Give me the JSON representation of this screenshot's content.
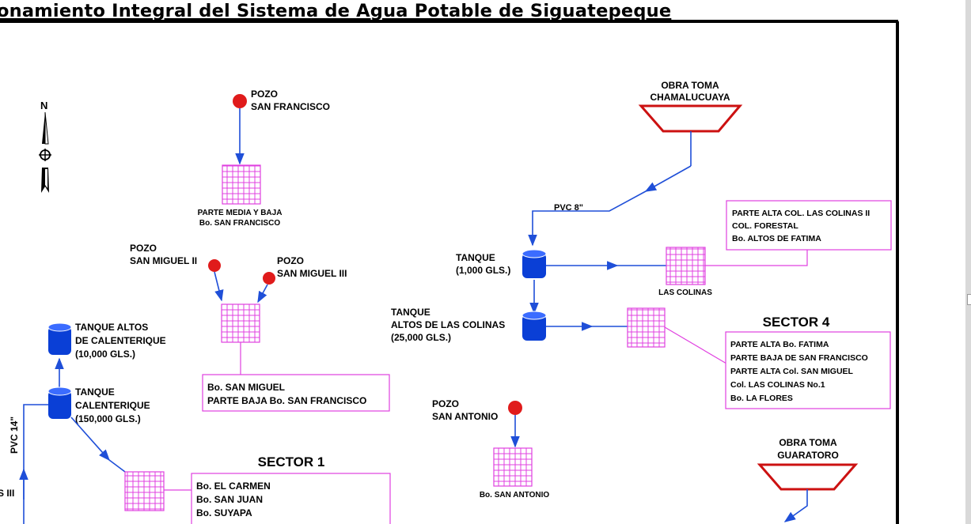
{
  "title": "onamiento Integral del Sistema de Agua Potable de Siguatepeque",
  "colors": {
    "pipe": "#1f4fd8",
    "tank": "#0a3fd6",
    "well": "#e01b1b",
    "grid": "#e040e0",
    "intake": "#cc1111",
    "border": "#000000"
  },
  "north_label": "N",
  "intakes": {
    "chamalucuaya": [
      "OBRA TOMA",
      "CHAMALUCUAYA"
    ],
    "guaratoro": [
      "OBRA TOMA",
      "GUARATORO"
    ]
  },
  "wells": {
    "san_francisco": [
      "POZO",
      "SAN FRANCISCO"
    ],
    "san_miguel_ii": [
      "POZO",
      "SAN MIGUEL II"
    ],
    "san_miguel_iii": [
      "POZO",
      "SAN MIGUEL III"
    ],
    "san_antonio": [
      "POZO",
      "SAN ANTONIO"
    ]
  },
  "zones": {
    "san_francisco": [
      "PARTE MEDIA Y BAJA",
      "Bo. SAN FRANCISCO"
    ],
    "las_colinas": "LAS COLINAS",
    "san_antonio": "Bo. SAN ANTONIO"
  },
  "tanks": {
    "colinas_1000": [
      "TANQUE",
      "(1,000 GLS.)"
    ],
    "altos_colinas": [
      "TANQUE",
      "ALTOS DE LAS COLINAS",
      "(25,000 GLS.)"
    ],
    "altos_calenterique": [
      "TANQUE ALTOS",
      "DE CALENTERIQUE",
      "(10,000 GLS.)"
    ],
    "calenterique": [
      "TANQUE",
      "CALENTERIQUE",
      "(150,000 GLS.)"
    ]
  },
  "pipes": {
    "pvc8": "PVC 8\"",
    "pvc14": "PVC 14\""
  },
  "boxes": {
    "colinas_list": [
      "PARTE ALTA COL. LAS COLINAS II",
      "COL. FORESTAL",
      "Bo. ALTOS DE FATIMA"
    ],
    "sector4_title": "SECTOR 4",
    "sector4_list": [
      "PARTE ALTA Bo. FATIMA",
      "PARTE BAJA DE SAN FRANCISCO",
      "PARTE ALTA Col. SAN MIGUEL",
      "Col. LAS COLINAS No.1",
      "Bo. LA FLORES"
    ],
    "san_miguel_list": [
      "Bo. SAN MIGUEL",
      "PARTE BAJA Bo. SAN FRANCISCO"
    ],
    "sector1_title": "SECTOR 1",
    "sector1_list": [
      "Bo. EL CARMEN",
      "Bo. SAN JUAN",
      "Bo. SUYAPA"
    ]
  },
  "left_cut_label": "S III"
}
